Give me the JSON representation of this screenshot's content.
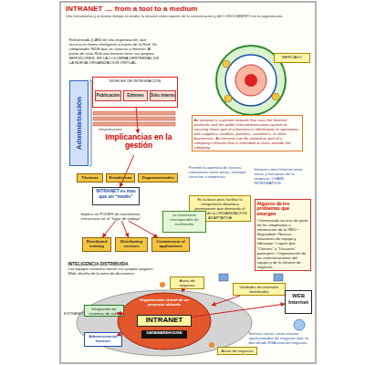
{
  "diagram": {
    "title": "INTRANET .... from a tool to a medium",
    "nodes": [
      {
        "text": [
          "Red privada (LAN) de una organización, que accesa en forma inteligente a través de la Red. Un computador ISDN que se conecta a Internet. Al punto de vista Red una intranet tiene sus propios SERVIDORES. ES LA COLUMNA VERTEBRAL DE LA NUEVA ORGANIZACIÓN VIRTUAL."
        ]
      },
      {
        "text": [
          "MERCADO"
        ]
      },
      {
        "text": [
          "NIVELES DE INTEGRACIÓN"
        ]
      },
      {
        "text": [
          "Publicación"
        ],
        "in": 2
      },
      {
        "text": [
          "Editores"
        ],
        "in": 2
      },
      {
        "text": [
          "Sitio interno"
        ],
        "in": 2
      },
      {
        "text": [
          "Administración"
        ]
      },
      {
        "text": [
          "Implicancias en la gestión"
        ]
      },
      {
        "text": [
          "An extranet is a private network that uses the Internet protocols and the public telecommunication system to securely share part of a business's information or operations with suppliers, vendors, partners, customers, or other businesses. An extranet can be viewed as part of a company's intranet that is extended to users outside the company."
        ]
      },
      {
        "text": [
          "Permite la apertura de nuevas conexiones entre áreas, entregar servicios a empresas"
        ]
      },
      {
        "text": [
          "Intranet como Internet entre áreas y funciones de la empresa: CHAIN INTEGRATION"
        ]
      },
      {
        "text": [
          "Es la base para facilitar la reingeniería dinámica permanente que demanda el manejo de la ORGANIZACIÓN ADAPTATIVA"
        ]
      },
      {
        "text": [
          "Algunos de los problemas que emergen",
          "• Demasiado acceso de parte de los empleados a información de la RED • Seguridad • Nuevas relaciones de equipo y liderazgo • Lograr que “Clientes” y “Usuarios” participen • Organización de las comunicaciones del equipo y de la intranet de negocios"
        ]
      },
      {
        "text": [
          "Técnicas"
        ]
      },
      {
        "text": [
          "Estadísticas"
        ]
      },
      {
        "text": [
          "Organizacionales"
        ]
      },
      {
        "text": [
          "INTRANET es mas que un “medio”"
        ]
      },
      {
        "text": [
          "Implica un PODER de transformar estructuras en el “lugar de trabajo”"
        ]
      },
      {
        "text": [
          "un framework interoperable de multimedia"
        ]
      },
      {
        "text": [
          "Distributed training"
        ]
      },
      {
        "text": [
          "Distributing services"
        ]
      },
      {
        "text": [
          "Containment of applications"
        ]
      },
      {
        "text": [
          "INTELIGENCIA DISTRIBUIDA",
          "Los equipos intranets tienen sus propias páginas Web, diseño de la toma de decisiones"
        ]
      },
      {
        "text": [
          "Áreas de negocios"
        ]
      },
      {
        "text": [
          "Unidades decisionales distribuidas"
        ]
      },
      {
        "text": [
          "Organización virtual de un proyecto ubicado"
        ]
      },
      {
        "text": [
          "INTRANET"
        ],
        "in": 25
      },
      {
        "text": [
          "DATAWAREHOUSE"
        ],
        "in": 25
      },
      {
        "text": [
          "Integración de sistemas de valor"
        ]
      },
      {
        "text": [
          "Administración Intranet"
        ]
      },
      {
        "text": [
          "Áreas de negocios"
        ]
      },
      {
        "text": [
          "WEB Internet"
        ]
      },
      {
        "text": [
          "Nuevos socios crean nuevas oportunidades de negocios que se dan desde ESA área de negocios"
        ]
      }
    ],
    "edges": [
      {
        "from": 2,
        "to": 7,
        "arrow": "to"
      },
      {
        "from": 7,
        "to": 16,
        "arrow": "to"
      },
      {
        "from": 17,
        "to": 19,
        "arrow": "to"
      },
      {
        "from": 17,
        "to": 20,
        "arrow": "to"
      },
      {
        "from": 17,
        "to": 21,
        "arrow": "to"
      },
      {
        "from": 26,
        "to": 31,
        "arrow": "to"
      },
      {
        "from": 29,
        "to": 25,
        "arrow": "to"
      },
      {
        "from": 24,
        "to": 25,
        "arrow": "to"
      },
      {
        "from": 23,
        "to": 25,
        "arrow": "to"
      },
      {
        "from": 28,
        "to": 25,
        "arrow": "both"
      }
    ],
    "labels": [
      "Una herramienta y al mismo tiempo un medio: la intranet como soporte de la comunicación y del CONOCIMIENTO en la organización.",
      "infraestructura",
      "EXTRANETS"
    ]
  }
}
